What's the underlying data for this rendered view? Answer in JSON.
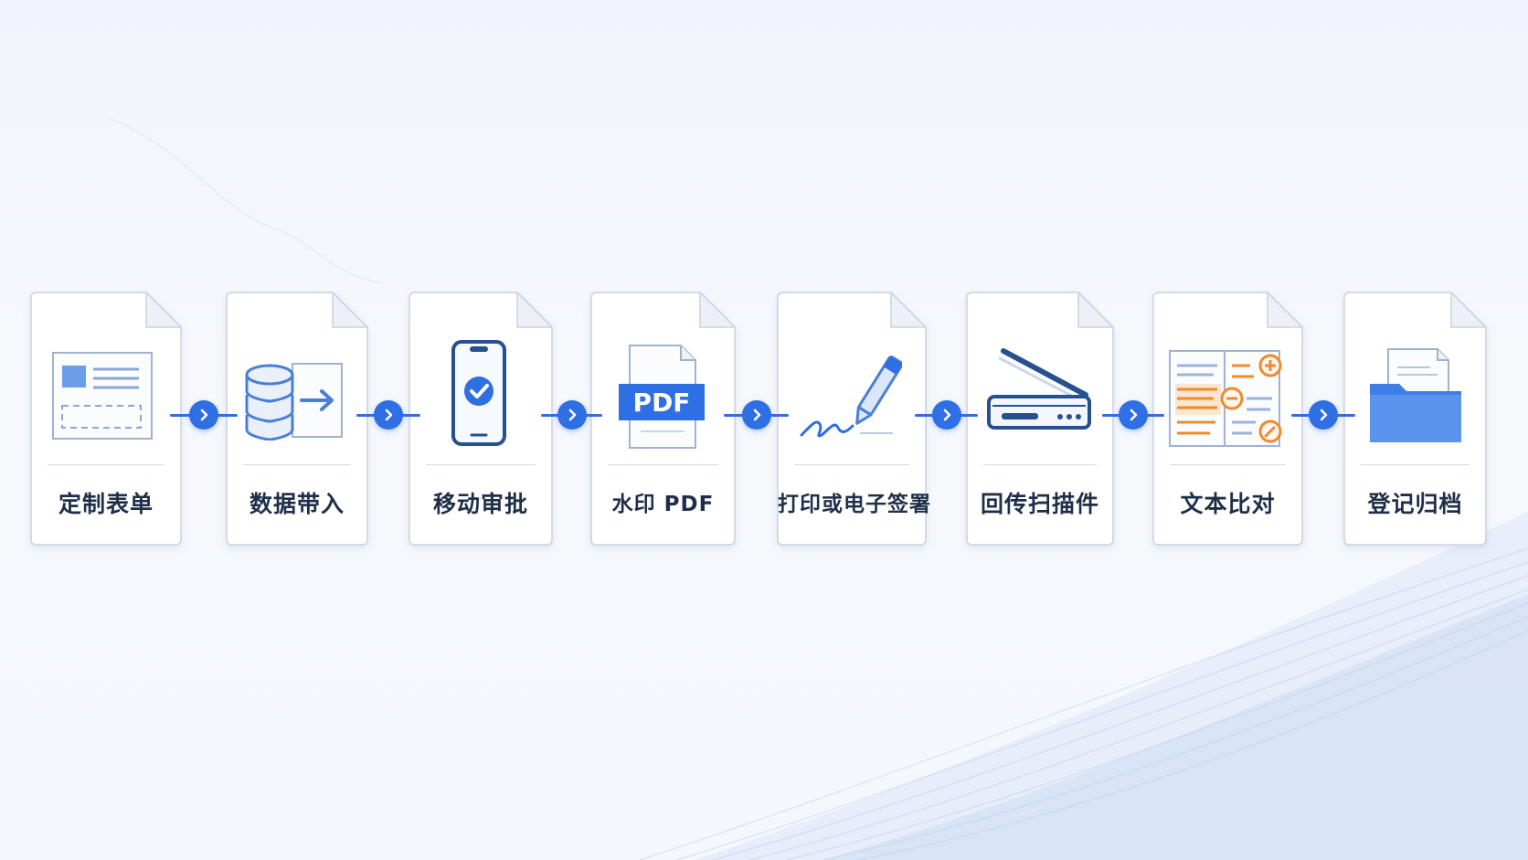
{
  "steps": [
    {
      "label": "定制表单",
      "icon": "form-icon"
    },
    {
      "label": "数据带入",
      "icon": "database-import-icon"
    },
    {
      "label": "移动审批",
      "icon": "mobile-approval-icon"
    },
    {
      "label": "水印 PDF",
      "icon": "pdf-file-icon",
      "badge": "PDF"
    },
    {
      "label": "打印或电子签署",
      "icon": "pen-signature-icon"
    },
    {
      "label": "回传扫描件",
      "icon": "scanner-icon"
    },
    {
      "label": "文本比对",
      "icon": "text-compare-icon"
    },
    {
      "label": "登记归档",
      "icon": "folder-archive-icon"
    }
  ],
  "connector_icon": "chevron-right-icon",
  "colors": {
    "accent": "#2f6fe4",
    "icon_blue": "#4a7fd8",
    "icon_light": "#6b9ee8",
    "compare_orange": "#f08a2c",
    "card_border": "#c9d2e0",
    "label_text": "#1f2f4a"
  }
}
